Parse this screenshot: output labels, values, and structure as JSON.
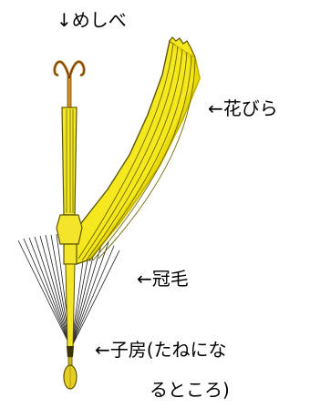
{
  "labels": {
    "pistil": "↓めしべ",
    "petal": "←花びら",
    "pappus": "←冠毛",
    "ovary_line1": "←子房(たねにな",
    "ovary_line2": "るところ)"
  },
  "colors": {
    "petal_fill": "#f5e81e",
    "petal_dark": "#e6d400",
    "petal_vein": "#6b6400",
    "stamen_fill": "#f2e52a",
    "style_branch": "#b8741a",
    "pappus_line": "#222222",
    "ovary_fill": "#e6cf22",
    "outline": "#5c5500",
    "text": "#000000"
  }
}
